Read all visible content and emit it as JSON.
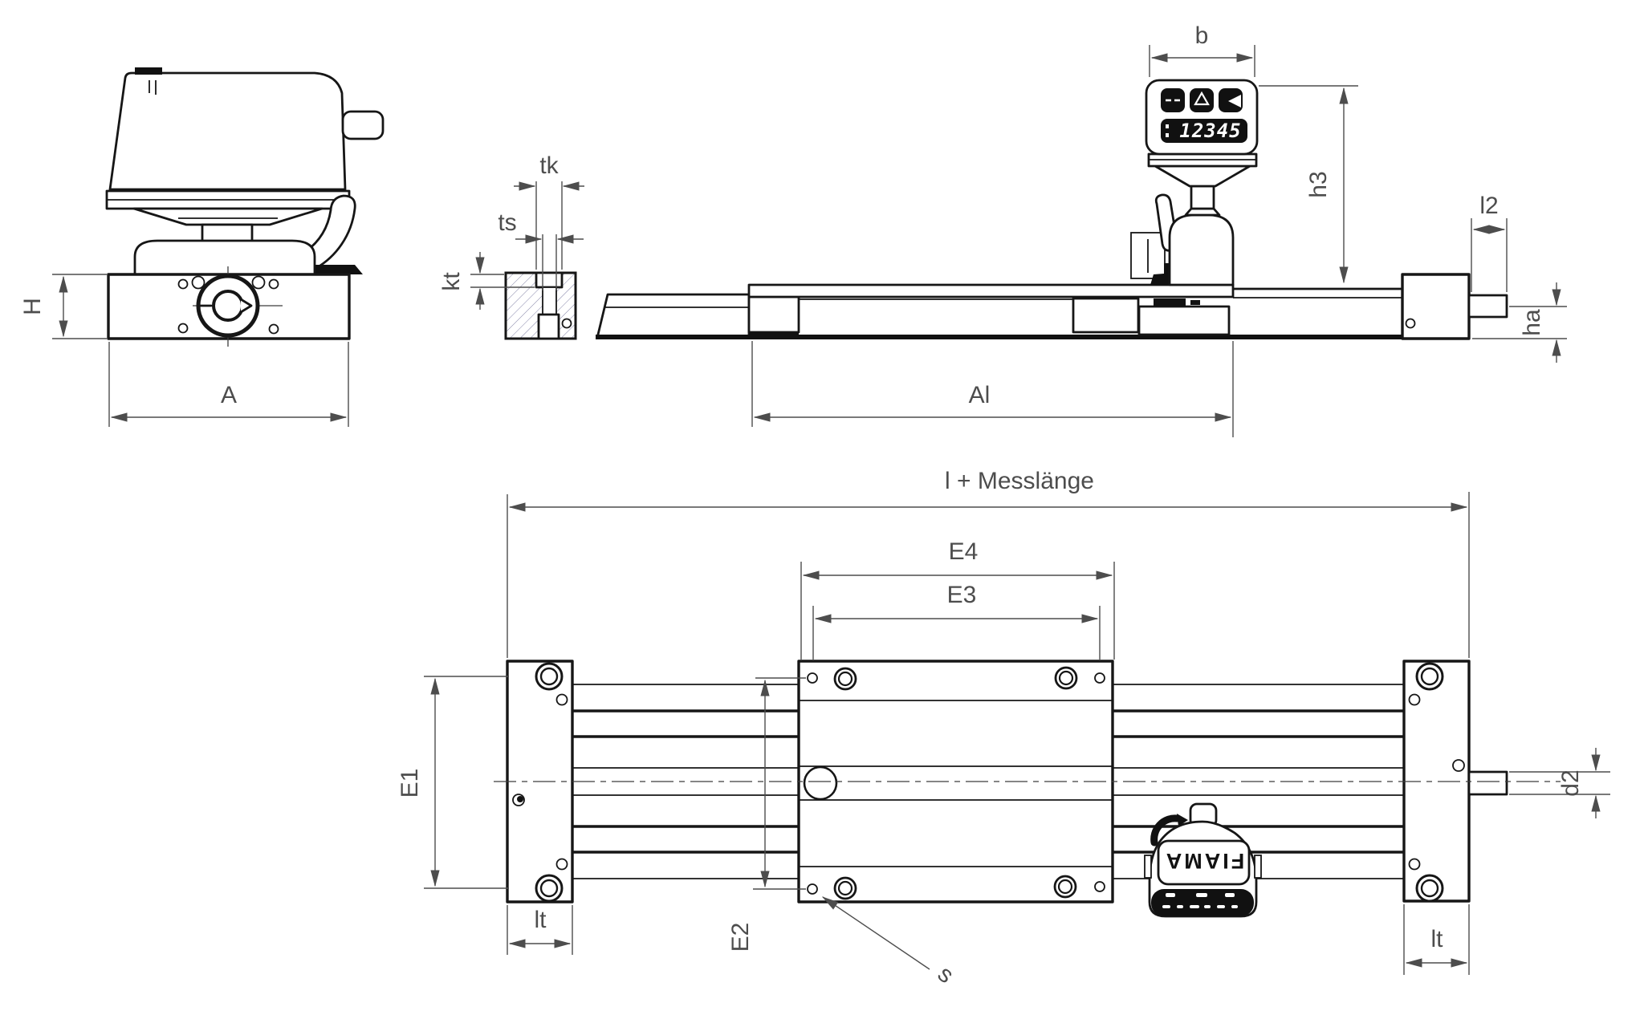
{
  "drawing": {
    "kind": "dimensional technical drawing",
    "views": [
      "front-view",
      "t-slot-section-view",
      "side-view",
      "plan-view"
    ],
    "colors": {
      "background": "#ffffff",
      "part_lines": "#161616",
      "dimension_lines": "#4d4d4d",
      "hatch": "#8585a8"
    }
  },
  "display_unit": {
    "digits": "12345",
    "brand": "FIAMA",
    "buttons": [
      {
        "icon": "dash-keys-icon"
      },
      {
        "icon": "arrow-up-icon"
      },
      {
        "icon": "arrow-enter-icon"
      }
    ]
  },
  "labels": {
    "front_height": "H",
    "front_width": "A",
    "slot_top_width": "tk",
    "slot_width": "ts",
    "slot_depth": "kt",
    "display_width": "b",
    "display_height": "h3",
    "shaft_length_side": "l2",
    "axis_height": "ha",
    "carriage_length": "Al",
    "overall_length": "l + Messlänge",
    "hole_span_outer": "E4",
    "hole_span_inner": "E3",
    "end_block_holes": "E1",
    "carriage_holes": "E2",
    "end_width_left": "lt",
    "end_width_right": "lt",
    "shaft_diameter": "d2",
    "screw": "s"
  }
}
